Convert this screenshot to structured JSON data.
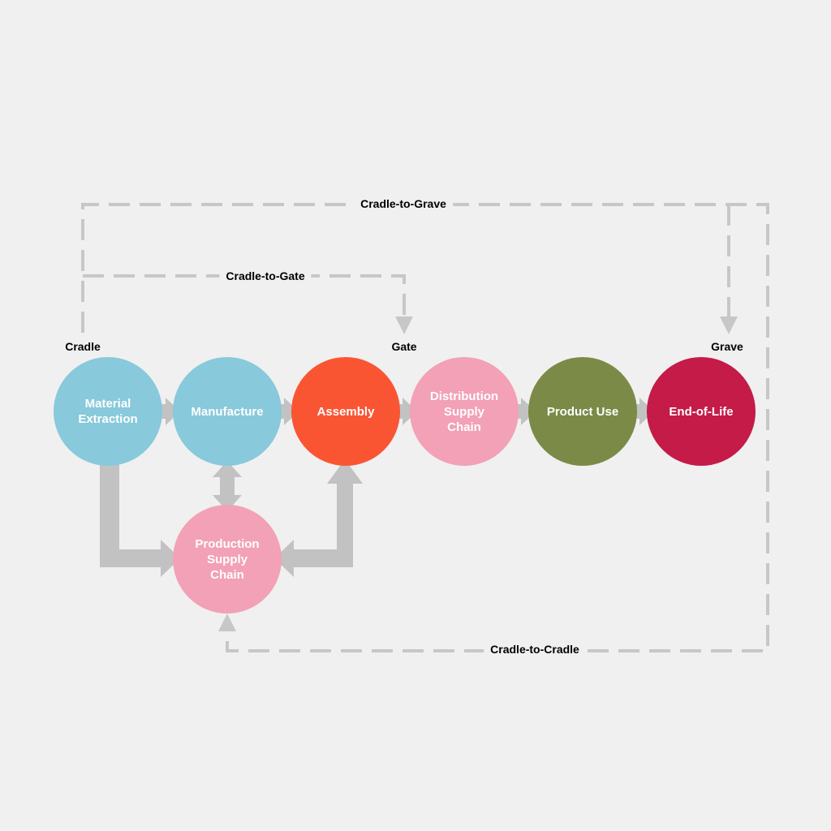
{
  "colors": {
    "background": "#f0f0f0",
    "light_blue": "#88c9db",
    "orange_red": "#fa5533",
    "pink": "#f2a1b6",
    "olive": "#7b8a47",
    "crimson": "#c41b49",
    "arrow_gray": "#c2c2c2",
    "dash_gray": "#c7c7c7"
  },
  "nodes": {
    "material_extraction": "Material\nExtraction",
    "manufacture": "Manufacture",
    "assembly": "Assembly",
    "distribution_supply_chain": "Distribution\nSupply\nChain",
    "product_use": "Product Use",
    "end_of_life": "End-of-Life",
    "production_supply_chain": "Production\nSupply\nChain"
  },
  "stage_labels": {
    "cradle": "Cradle",
    "gate": "Gate",
    "grave": "Grave"
  },
  "scope_labels": {
    "cradle_to_grave": "Cradle-to-Grave",
    "cradle_to_gate": "Cradle-to-Gate",
    "cradle_to_cradle": "Cradle-to-Cradle"
  }
}
